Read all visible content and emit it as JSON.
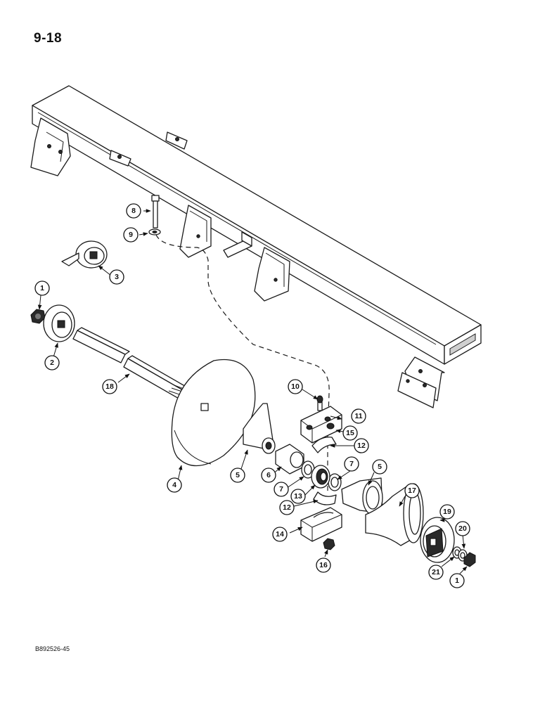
{
  "page_number": "9-18",
  "figure_ref": "B892526-45",
  "callouts": [
    "1",
    "2",
    "3",
    "4",
    "5",
    "5",
    "6",
    "7",
    "7",
    "8",
    "9",
    "10",
    "11",
    "12",
    "12",
    "13",
    "14",
    "15",
    "16",
    "17",
    "18",
    "19",
    "20",
    "21",
    "1"
  ],
  "colors": {
    "ink": "#1a1a1a",
    "paper": "#ffffff",
    "shade": "#cfcfcf"
  }
}
